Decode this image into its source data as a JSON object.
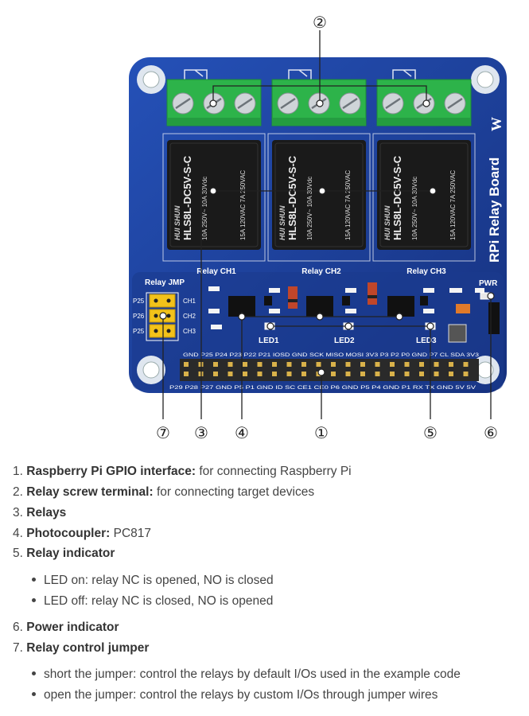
{
  "board": {
    "name": "RPi Relay Board",
    "logo": "W",
    "relay_labels": [
      "Relay CH1",
      "Relay CH2",
      "Relay CH3"
    ],
    "relay_top_text": "HUI SHUN",
    "relay_model": "HLS8L-DC5V-S-C",
    "relay_ratings": [
      "15A 120VAC",
      "7A 250VAC"
    ],
    "relay_ratings2": [
      "10A 250V~",
      "10A 30Vdc"
    ],
    "jumper_label": "Relay JMP",
    "jumper_left": [
      "P25",
      "P26",
      "P25"
    ],
    "jumper_right": [
      "CH1",
      "CH2",
      "CH3"
    ],
    "led_labels": [
      "LED1",
      "LED2",
      "LED3"
    ],
    "power_label": "PWR",
    "gpio_top": "GND P25 P24 P23 P22 P21 IOSD GND SCK MISO MOSI 3V3 P3 P2 P0 GND P7 CL SDA 3V3",
    "gpio_bottom": "P29 P28 P27 GND P5 P1 GND ID SC CE1 CE0 P6 GND P5 P4 GND P1 RX TX GND 5V 5V"
  },
  "callouts": {
    "top": "②",
    "bottom": [
      "⑦",
      "③",
      "④",
      "①",
      "⑤",
      "⑥"
    ]
  },
  "items": [
    {
      "num": "1.",
      "bold": "Raspberry Pi GPIO interface:",
      "text": " for connecting Raspberry Pi"
    },
    {
      "num": "2.",
      "bold": "Relay screw terminal:",
      "text": " for connecting target devices"
    },
    {
      "num": "3.",
      "bold": "Relays",
      "text": ""
    },
    {
      "num": "4.",
      "bold": "Photocoupler:",
      "text": " PC817"
    },
    {
      "num": "5.",
      "bold": "Relay indicator",
      "text": ""
    },
    {
      "num": "6.",
      "bold": "Power indicator",
      "text": ""
    },
    {
      "num": "7.",
      "bold": "Relay control jumper",
      "text": ""
    }
  ],
  "sub5": [
    "LED on: relay NC is opened, NO is closed",
    "LED off: relay NC is closed, NO is opened"
  ],
  "sub7": [
    "short the jumper: control the relays by default I/Os used in the example code",
    "open the jumper: control the relays by custom I/Os through jumper wires"
  ],
  "colors": {
    "pcb": "#1d3f9a",
    "terminal": "#2db34a",
    "relay": "#1a1a1a",
    "jumper": "#f2c21a"
  }
}
